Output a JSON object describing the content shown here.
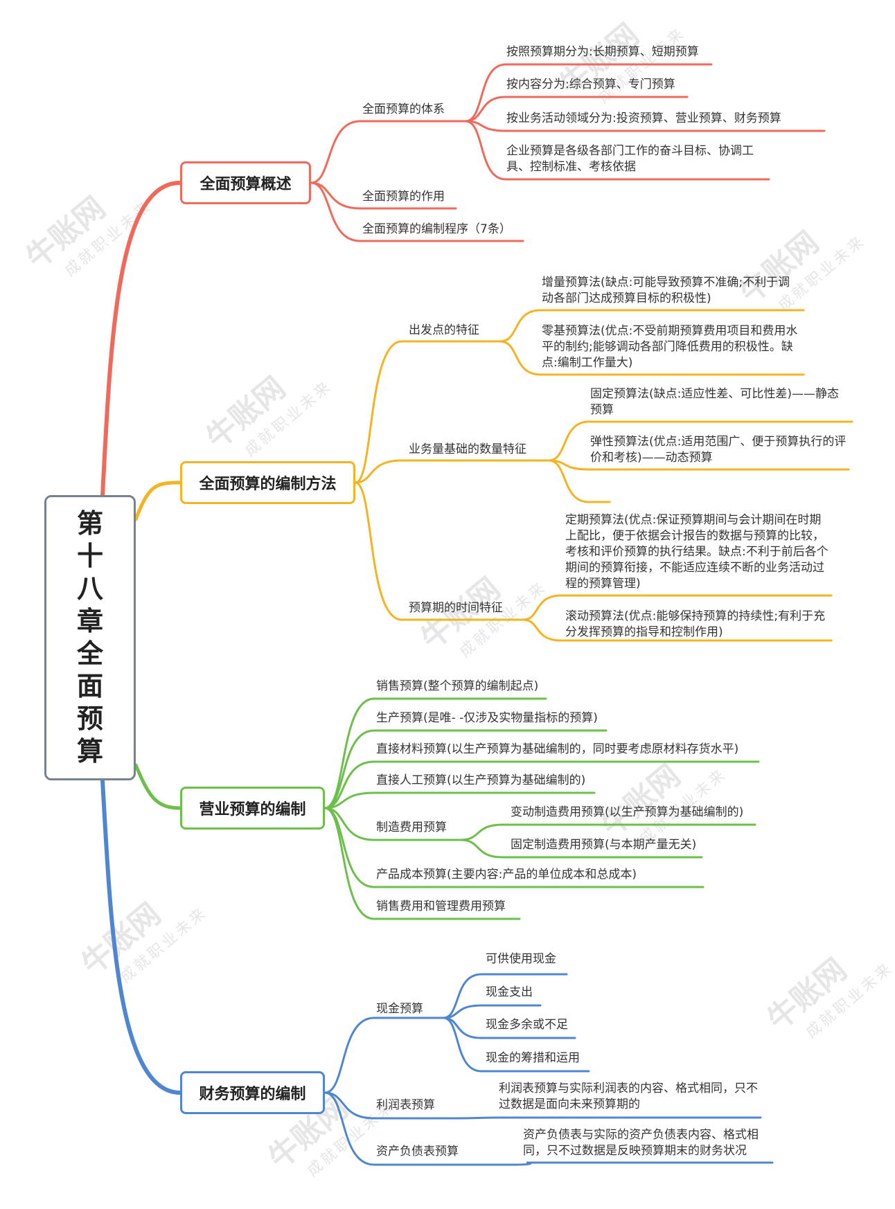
{
  "root": {
    "title": "第十八章全面预算"
  },
  "colors": {
    "red": "#f0695a",
    "orange": "#f5b320",
    "green": "#6cbf4a",
    "blue": "#4f86d1",
    "root_border": "#76828f"
  },
  "watermark": {
    "brand": "牛账网",
    "slogan": "成就职业未来"
  },
  "branches": {
    "overview": {
      "title": "全面预算概述",
      "system": {
        "label": "全面预算的体系",
        "items": [
          "按照预算期分为:长期预算、短期预算",
          "按内容分为:综合预算、专门预算",
          "按业务活动领域分为:投资预算、营业预算、财务预算",
          "企业预算是各级各部门工作的奋斗目标、协调工具、控制标准、考核依据"
        ]
      },
      "role": "全面预算的作用",
      "procedure": "全面预算的编制程序（7条）"
    },
    "methods": {
      "title": "全面预算的编制方法",
      "start": {
        "label": "出发点的特征",
        "items": [
          "增量预算法(缺点:可能导致预算不准确;不利于调动各部门达成预算目标的积极性)",
          "零基预算法(优点:不受前期预算费用项目和费用水平的制约;能够调动各部门降低费用的积极性。缺点:编制工作量大)"
        ]
      },
      "volume": {
        "label": "业务量基础的数量特征",
        "items": [
          "固定预算法(缺点:适应性差、可比性差)——静态预算",
          "弹性预算法(优点:适用范围广、便于预算执行的评价和考核)——动态预算",
          ""
        ]
      },
      "period": {
        "label": "预算期的时间特征",
        "items": [
          "定期预算法(优点:保证预算期间与会计期间在时期上配比，便于依据会计报告的数据与预算的比较，考核和评价预算的执行结果。缺点:不利于前后各个期间的预算衔接，不能适应连续不断的业务活动过程的预算管理)",
          "滚动预算法(优点:能够保持预算的持续性;有利于充分发挥预算的指导和控制作用)"
        ]
      }
    },
    "operating": {
      "title": "营业预算的编制",
      "items": [
        "销售预算(整个预算的编制起点)",
        "生产预算(是唯- -仅涉及实物量指标的预算)",
        "直接材料预算(以生产预算为基础编制的，同时要考虑原材料存货水平)",
        "直接人工预算(以生产预算为基础编制的)",
        "制造费用预算",
        "产品成本预算(主要内容:产品的单位成本和总成本)",
        "销售费用和管理费用预算"
      ],
      "overhead_items": [
        "变动制造费用预算(以生产预算为基础编制的)",
        "固定制造费用预算(与本期产量无关)"
      ]
    },
    "financial": {
      "title": "财务预算的编制",
      "cash": {
        "label": "现金预算",
        "items": [
          "可供使用现金",
          "现金支出",
          "现金多余或不足",
          "现金的筹措和运用"
        ]
      },
      "income": {
        "label": "利润表预算",
        "desc": "利润表预算与实际利润表的内容、格式相同，只不过数据是面向未来预算期的"
      },
      "balance": {
        "label": "资产负债表预算",
        "desc": "资产负债表与实际的资产负债表内容、格式相同，只不过数据是反映预算期末的财务状况"
      }
    }
  }
}
